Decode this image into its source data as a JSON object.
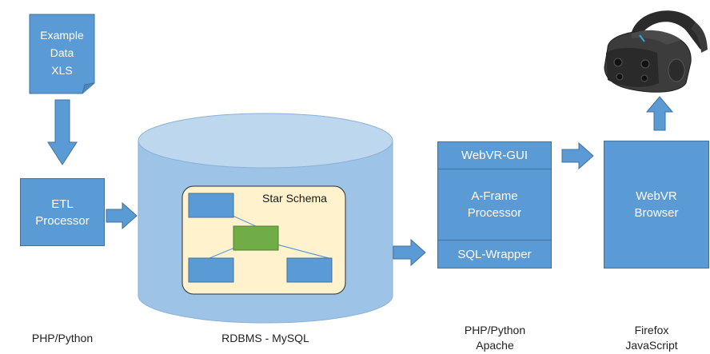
{
  "document": {
    "label": "Example\nData\nXLS"
  },
  "etl": {
    "label": "ETL\nProcessor",
    "caption": "PHP/Python"
  },
  "database": {
    "caption": "RDBMS - MySQL",
    "schema_label": "Star Schema"
  },
  "server": {
    "top_label": "WebVR-GUI",
    "middle_label": "A-Frame\nProcessor",
    "bottom_label": "SQL-Wrapper",
    "caption": "PHP/Python\nApache"
  },
  "browser": {
    "label": "WebVR\nBrowser",
    "caption": "Firefox\nJavaScript"
  },
  "colors": {
    "box_fill": "#5b9bd5",
    "box_border": "#41719c",
    "cylinder_fill": "#9dc3e6",
    "schema_fill": "#fff2cc",
    "fact_table": "#70ad47"
  },
  "icons": [
    "vr-headset-icon"
  ]
}
